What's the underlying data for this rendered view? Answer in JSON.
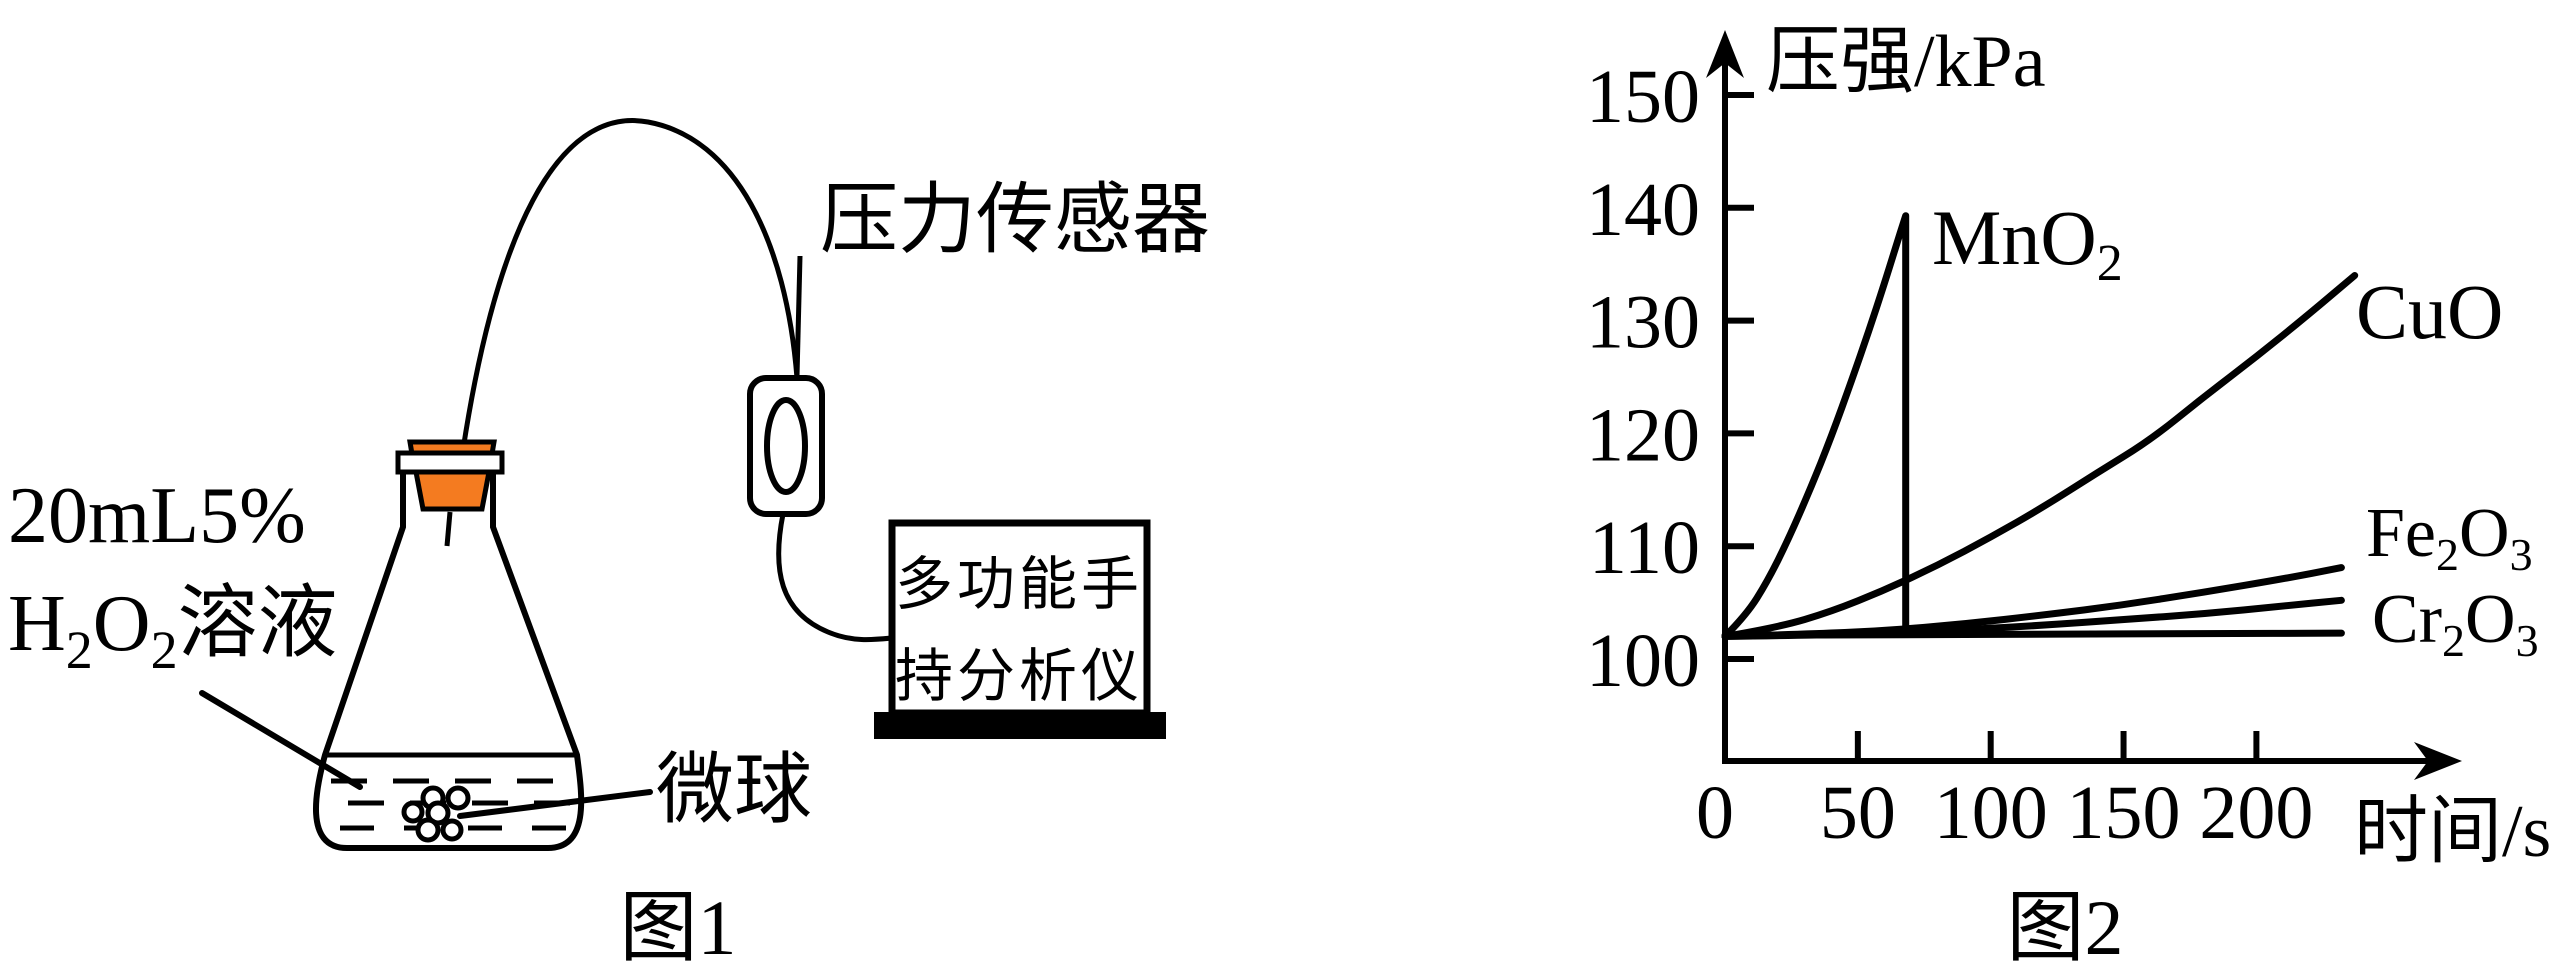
{
  "colors": {
    "ink": "#000000",
    "stopper": "#F47B20",
    "background": "#FFFFFF"
  },
  "figure1": {
    "caption": "图1",
    "solution_label_line1": "20mL5%",
    "solution_formula": {
      "p1": "H",
      "s1": "2",
      "p2": "O",
      "s2": "2",
      "p3": "溶液"
    },
    "microsphere_label": "微球",
    "pressure_sensor_label": "压力传感器",
    "analyzer_line1": "多功能手",
    "analyzer_line2": "持分析仪"
  },
  "figure2": {
    "caption": "图2",
    "y_axis_label": "压强/kPa",
    "x_axis_label": "时间/s",
    "series_labels": {
      "mno2": {
        "base": "MnO",
        "sub": "2"
      },
      "cuo": {
        "base": "CuO"
      },
      "fe2o3": {
        "b1": "Fe",
        "s1": "2",
        "b2": "O",
        "s2": "3"
      },
      "cr2o3": {
        "b1": "Cr",
        "s1": "2",
        "b2": "O",
        "s2": "3"
      }
    }
  },
  "chart_data": {
    "type": "line",
    "title": "图2",
    "xlabel": "时间/s",
    "ylabel": "压强/kPa",
    "xlim": [
      0,
      272
    ],
    "ylim": [
      100,
      155
    ],
    "x_ticks": [
      0,
      50,
      100,
      150,
      200
    ],
    "y_ticks": [
      100,
      110,
      120,
      130,
      140,
      150
    ],
    "grid": false,
    "legend_position": "inline-labels-right-of-curves",
    "series": [
      {
        "name": "MnO2",
        "points": [
          [
            0,
            102
          ],
          [
            8,
            103.9
          ],
          [
            16,
            106.9
          ],
          [
            24,
            110.7
          ],
          [
            32,
            115.0
          ],
          [
            40,
            119.7
          ],
          [
            48,
            124.9
          ],
          [
            54,
            129.0
          ],
          [
            60,
            133.3
          ],
          [
            64,
            136.3
          ],
          [
            68,
            139.3
          ]
        ],
        "drop_to": 102.5
      },
      {
        "name": "CuO",
        "points": [
          [
            0,
            102
          ],
          [
            20,
            102.8
          ],
          [
            40,
            104.2
          ],
          [
            60,
            106.1
          ],
          [
            80,
            108.3
          ],
          [
            100,
            110.8
          ],
          [
            120,
            113.5
          ],
          [
            140,
            116.5
          ],
          [
            160,
            119.4
          ],
          [
            180,
            123.2
          ],
          [
            200,
            126.8
          ],
          [
            220,
            130.6
          ],
          [
            237,
            134.0
          ]
        ]
      },
      {
        "name": "Fe2O3",
        "points": [
          [
            0,
            102
          ],
          [
            30,
            102.2
          ],
          [
            60,
            102.5
          ],
          [
            90,
            103.1
          ],
          [
            120,
            103.9
          ],
          [
            150,
            104.8
          ],
          [
            180,
            105.9
          ],
          [
            210,
            107.1
          ],
          [
            232,
            108.1
          ]
        ]
      },
      {
        "name": "Cr2O3",
        "points": [
          [
            0,
            102
          ],
          [
            30,
            102.1
          ],
          [
            60,
            102.3
          ],
          [
            90,
            102.6
          ],
          [
            120,
            103.0
          ],
          [
            150,
            103.5
          ],
          [
            180,
            104.0
          ],
          [
            210,
            104.7
          ],
          [
            232,
            105.2
          ]
        ]
      },
      {
        "name": "",
        "points": [
          [
            0,
            102.1
          ],
          [
            60,
            102.15
          ],
          [
            120,
            102.2
          ],
          [
            180,
            102.25
          ],
          [
            232,
            102.3
          ]
        ]
      }
    ]
  }
}
